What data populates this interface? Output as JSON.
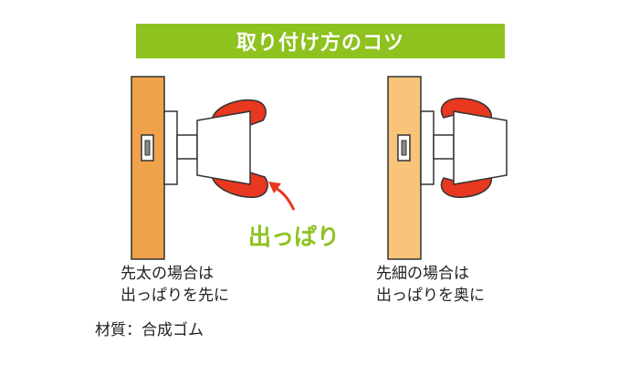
{
  "title": "取り付け方のコツ",
  "callout": "出っぱり",
  "left_caption": {
    "line1": "先太の場合は",
    "line2": "出っぱりを先に"
  },
  "right_caption": {
    "line1": "先細の場合は",
    "line2": "出っぱりを奥に"
  },
  "material": "材質：合成ゴム",
  "colors": {
    "banner": "#8dc21f",
    "callout_text": "#8dc21f",
    "left_door": "#f0a24a",
    "right_door": "#f7c47a",
    "rubber": "#e8381f",
    "arrow": "#e8381f",
    "outline": "#333333"
  }
}
